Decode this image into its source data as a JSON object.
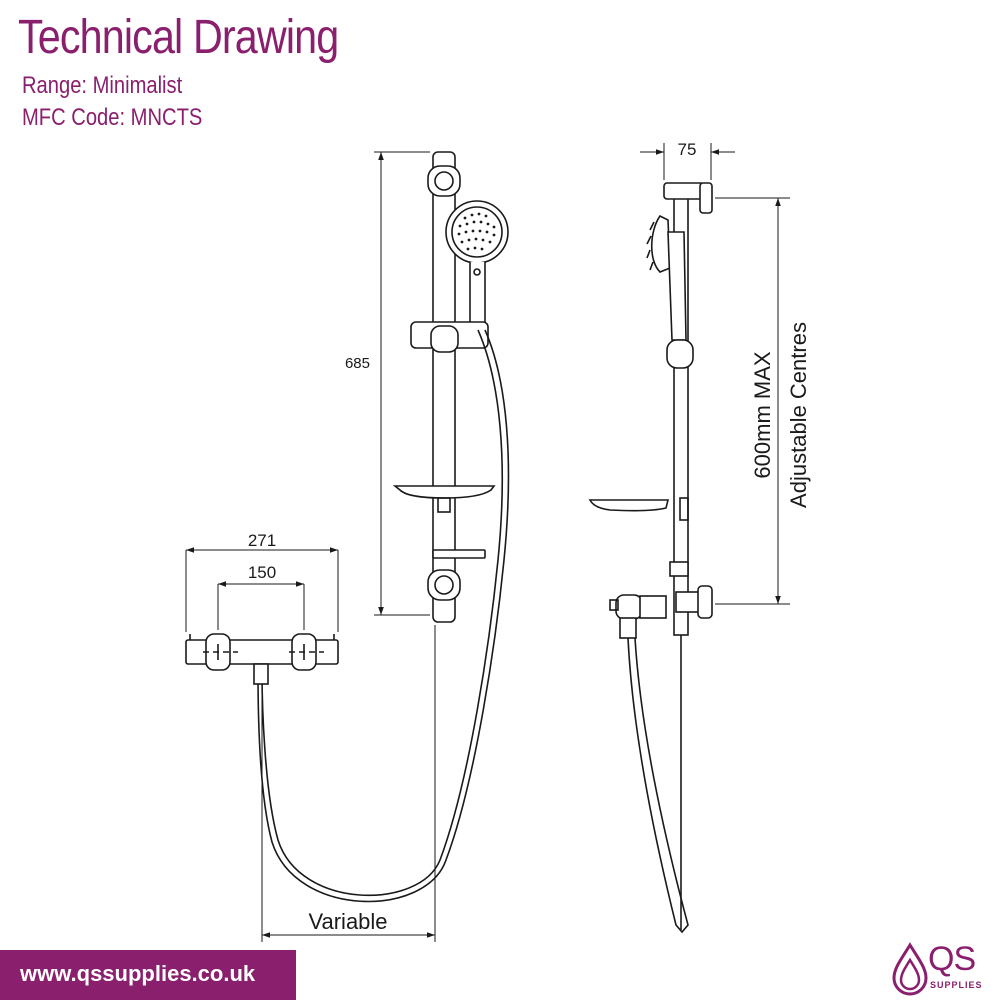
{
  "header": {
    "title": "Technical Drawing",
    "range": "Range: Minimalist",
    "mfc_code": "MFC Code: MNCTS"
  },
  "dimensions": {
    "valve_width": "271",
    "valve_centres": "150",
    "rail_height": "685",
    "variable": "Variable",
    "projection": "75",
    "centres_line1": "600mm MAX",
    "centres_line2": "Adjustable Centres"
  },
  "footer": {
    "url": "www.qssupplies.co.uk",
    "logo_text": "QS",
    "logo_sub": "SUPPLIES"
  },
  "colors": {
    "brand": "#8a1f6e",
    "line": "#1a1a1a"
  }
}
